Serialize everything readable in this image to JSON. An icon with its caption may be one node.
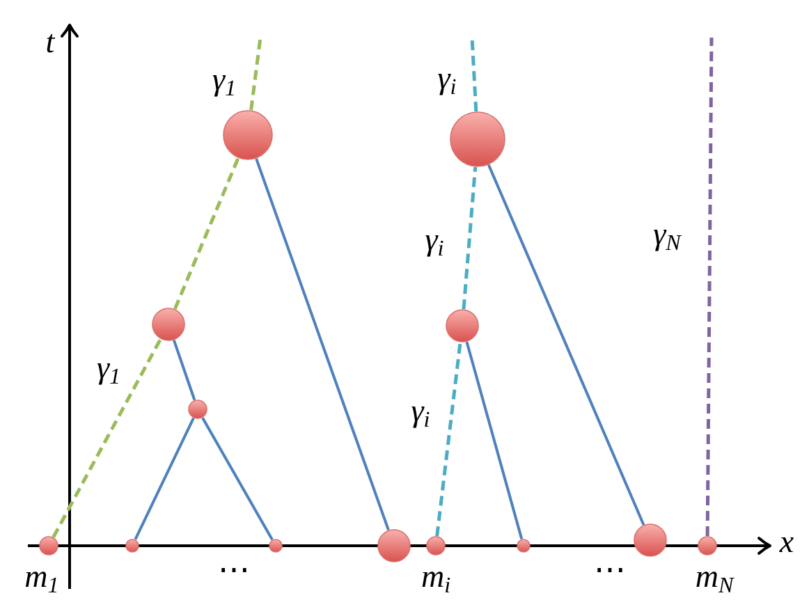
{
  "diagram": {
    "nodes": [
      {
        "text": [],
        "shape": "circle"
      },
      {
        "text": [],
        "shape": "circle"
      },
      {
        "text": [],
        "shape": "circle"
      },
      {
        "text": [],
        "shape": "circle"
      },
      {
        "text": [],
        "shape": "circle"
      },
      {
        "text": [],
        "shape": "circle",
        "beside": [
          "m$_{1}$"
        ]
      },
      {
        "text": [],
        "shape": "circle"
      },
      {
        "text": [],
        "shape": "circle"
      },
      {
        "text": [],
        "shape": "circle"
      },
      {
        "text": [],
        "shape": "circle",
        "beside": [
          "m$_{i}$"
        ]
      },
      {
        "text": [],
        "shape": "circle"
      },
      {
        "text": [],
        "shape": "circle"
      },
      {
        "text": [],
        "shape": "circle",
        "beside": [
          "m$_{N}$"
        ]
      }
    ],
    "edges": [
      {
        "from": 5,
        "to": 2,
        "arrow": "none",
        "label": "γ$_{1}$",
        "style": "dashed",
        "color": "#9bbb59"
      },
      {
        "from": 2,
        "to": 0,
        "arrow": "none",
        "style": "dashed",
        "color": "#9bbb59"
      },
      {
        "from": 0,
        "to": null,
        "arrow": "none",
        "label": "γ$_{1}$",
        "style": "dashed",
        "color": "#9bbb59"
      },
      {
        "from": 4,
        "to": 2,
        "arrow": "none"
      },
      {
        "from": 6,
        "to": 4,
        "arrow": "none"
      },
      {
        "from": 7,
        "to": 4,
        "arrow": "none"
      },
      {
        "from": 8,
        "to": 0,
        "arrow": "none"
      },
      {
        "from": 9,
        "to": 3,
        "arrow": "none",
        "label": "γ$_{i}$",
        "style": "dashed",
        "color": "#4bacc6"
      },
      {
        "from": 3,
        "to": 1,
        "arrow": "none",
        "label": "γ$_{i}$",
        "style": "dashed",
        "color": "#4bacc6"
      },
      {
        "from": 1,
        "to": null,
        "arrow": "none",
        "label": "γ$_{i}$",
        "style": "dashed",
        "color": "#4bacc6"
      },
      {
        "from": 10,
        "to": 3,
        "arrow": "none"
      },
      {
        "from": 11,
        "to": 1,
        "arrow": "none"
      },
      {
        "from": 12,
        "to": null,
        "arrow": "none",
        "label": "γ$_{N}$",
        "style": "dashed",
        "color": "#8064a2"
      }
    ],
    "labels": [
      "t",
      "x",
      "⋯",
      "⋯"
    ]
  }
}
